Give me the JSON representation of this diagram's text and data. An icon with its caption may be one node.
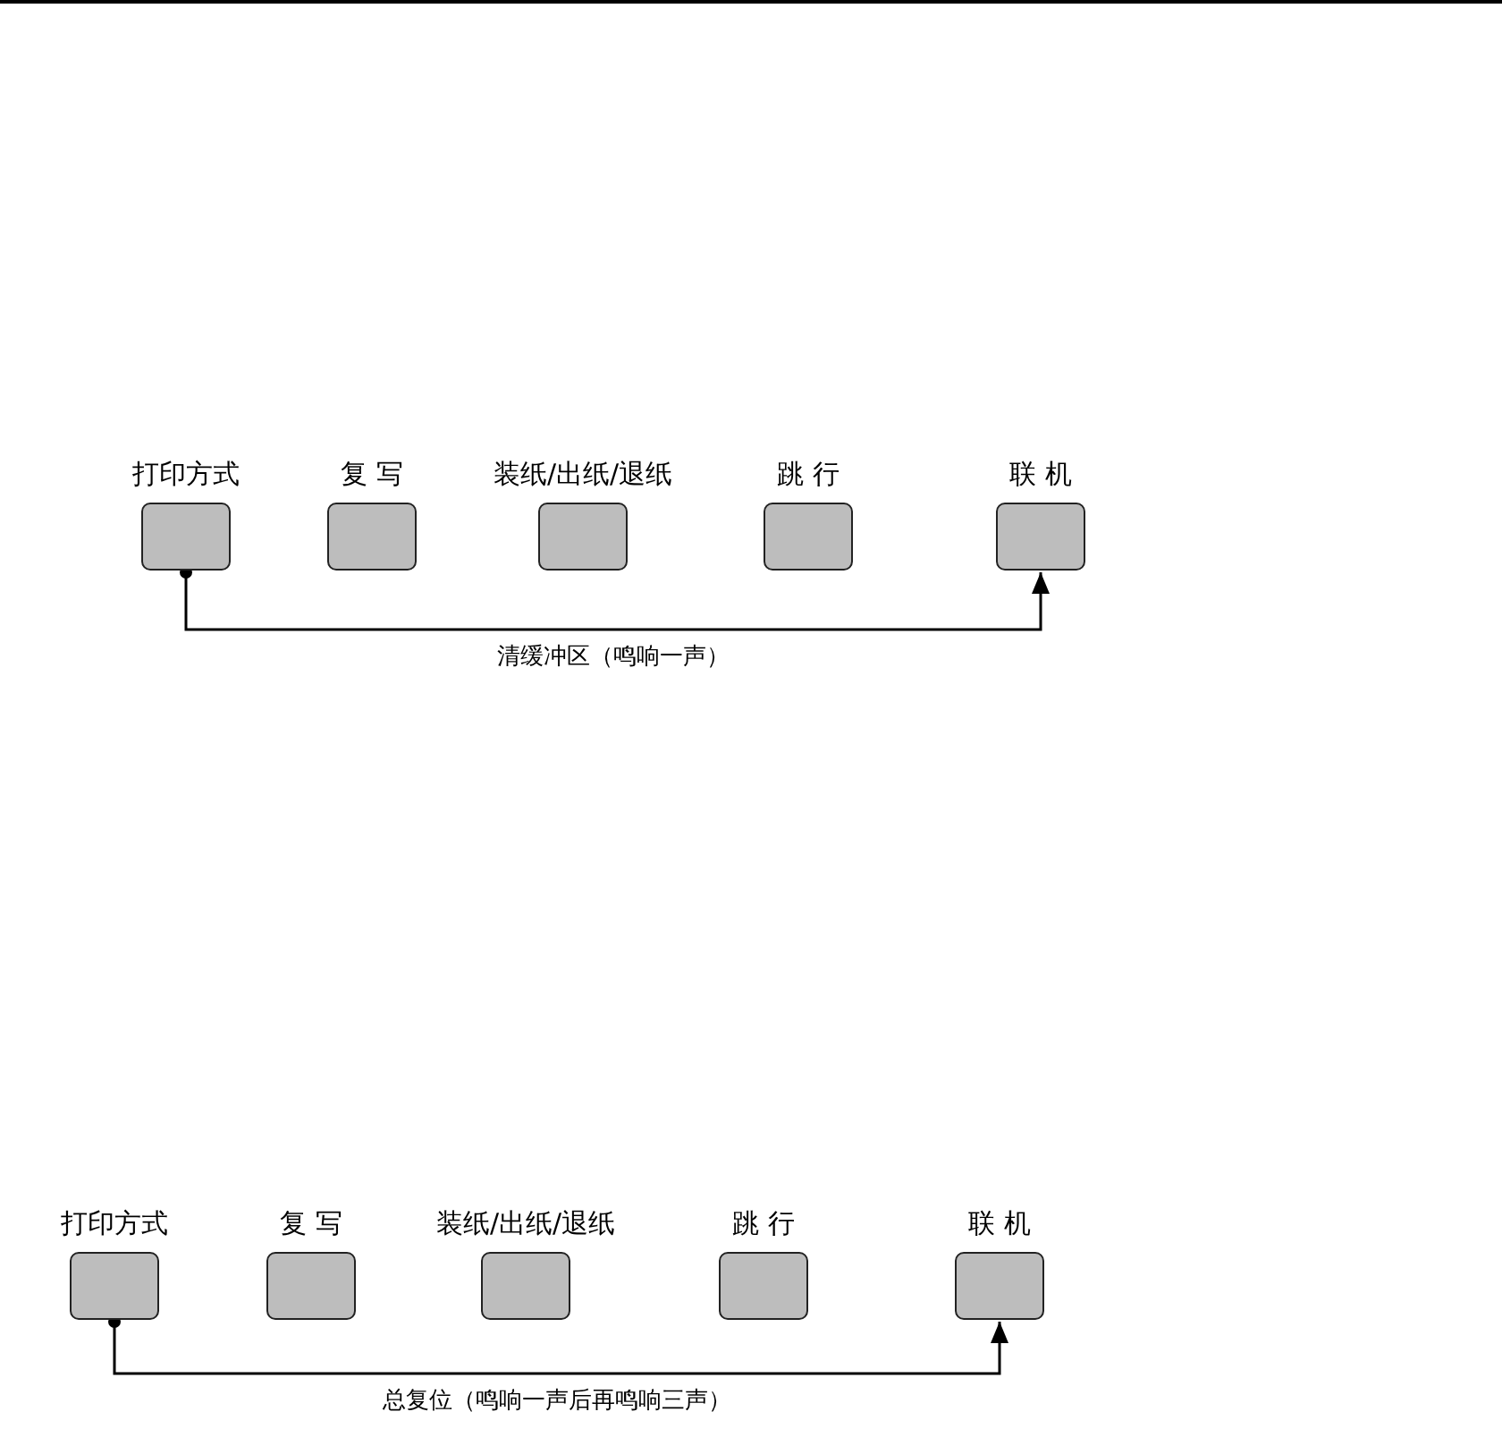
{
  "diagram": {
    "nodes": [
      {
        "text": [
          "打印方式"
        ]
      },
      {
        "text": [
          "复 写"
        ]
      },
      {
        "text": [
          "装纸/出纸/退纸"
        ]
      },
      {
        "text": [
          "跳 行"
        ]
      },
      {
        "text": [
          "联 机"
        ]
      },
      {
        "text": [
          "打印方式"
        ]
      },
      {
        "text": [
          "复 写"
        ]
      },
      {
        "text": [
          "装纸/出纸/退纸"
        ]
      },
      {
        "text": [
          "跳 行"
        ]
      },
      {
        "text": [
          "联 机"
        ]
      }
    ],
    "edges": [
      {
        "from": 0,
        "to": 4,
        "arrow": "to",
        "label": "清缓冲区（鸣响一声）"
      },
      {
        "from": 5,
        "to": 9,
        "arrow": "to",
        "label": "总复位（鸣响一声后再鸣响三声）"
      }
    ]
  }
}
